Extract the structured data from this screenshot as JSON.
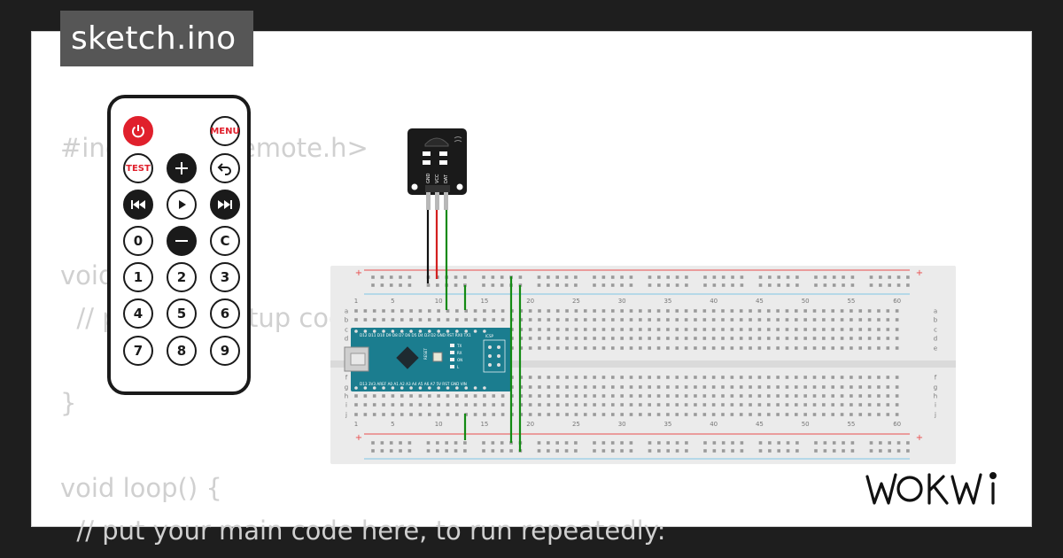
{
  "project": {
    "filename": "sketch.ino"
  },
  "code": {
    "lines": [
      "#include <IRremote.h>",
      "",
      "",
      "void setup() {",
      "  // put your setup code here, to run once:",
      "",
      "}",
      "",
      "void loop() {",
      "  // put your main code here, to run repeatedly:"
    ]
  },
  "remote": {
    "buttons": [
      {
        "name": "power-button",
        "label": "",
        "icon": "power-icon",
        "style": "power"
      },
      {
        "name": "menu-button",
        "label": "MENU",
        "style": "red"
      },
      {
        "name": "test-button",
        "label": "TEST",
        "style": "red"
      },
      {
        "name": "plus-button",
        "label": "",
        "icon": "plus-icon",
        "style": "dark"
      },
      {
        "name": "back-button",
        "label": "",
        "icon": "back-arrow-icon",
        "style": "light"
      },
      {
        "name": "prev-button",
        "label": "",
        "icon": "skip-back-icon",
        "style": "dark"
      },
      {
        "name": "play-button",
        "label": "",
        "icon": "play-icon",
        "style": "light"
      },
      {
        "name": "next-button",
        "label": "",
        "icon": "skip-forward-icon",
        "style": "dark"
      },
      {
        "name": "digit-0-button",
        "label": "0",
        "style": "light"
      },
      {
        "name": "minus-button",
        "label": "",
        "icon": "minus-icon",
        "style": "dark"
      },
      {
        "name": "c-button",
        "label": "C",
        "style": "light"
      },
      {
        "name": "digit-1-button",
        "label": "1",
        "style": "light"
      },
      {
        "name": "digit-2-button",
        "label": "2",
        "style": "light"
      },
      {
        "name": "digit-3-button",
        "label": "3",
        "style": "light"
      },
      {
        "name": "digit-4-button",
        "label": "4",
        "style": "light"
      },
      {
        "name": "digit-5-button",
        "label": "5",
        "style": "light"
      },
      {
        "name": "digit-6-button",
        "label": "6",
        "style": "light"
      },
      {
        "name": "digit-7-button",
        "label": "7",
        "style": "light"
      },
      {
        "name": "digit-8-button",
        "label": "8",
        "style": "light"
      },
      {
        "name": "digit-9-button",
        "label": "9",
        "style": "light"
      }
    ]
  },
  "ir_receiver": {
    "pins": [
      "GND",
      "VCC",
      "DAT"
    ]
  },
  "breadboard": {
    "row_letters_top": [
      "a",
      "b",
      "c",
      "d",
      "e"
    ],
    "row_letters_bottom": [
      "f",
      "g",
      "h",
      "i",
      "j"
    ],
    "column_numbers": [
      "1",
      "5",
      "10",
      "15",
      "20",
      "25",
      "30",
      "35",
      "40",
      "45",
      "50",
      "55",
      "60"
    ],
    "rail_plus": "+"
  },
  "arduino_nano": {
    "top_pins": "D12 D11 D10 D9 D8 D7 D6 D5 D4 D3 D2 GND RST RX0 TX1",
    "bottom_pins": "D13 3V3 AREF A0 A1 A2 A3 A4 A5 A6 A7 5V RST GND VIN",
    "leds": [
      "TX",
      "RX",
      "ON",
      "L"
    ],
    "reset_label": "RESET",
    "icsp_label": "ICSP"
  },
  "colors": {
    "background": "#1e1e1e",
    "card": "#ffffff",
    "title_tab": "#565656",
    "code_text": "#d0d0d0",
    "wire_black": "#111111",
    "wire_red": "#d32020",
    "wire_green": "#138a13",
    "arduino_board": "#1b7d8f",
    "rail_red": "#e84d4d",
    "rail_blue": "#7fc4e6",
    "remote_red": "#e0202c"
  },
  "brand": {
    "logo": "WOKWI"
  }
}
